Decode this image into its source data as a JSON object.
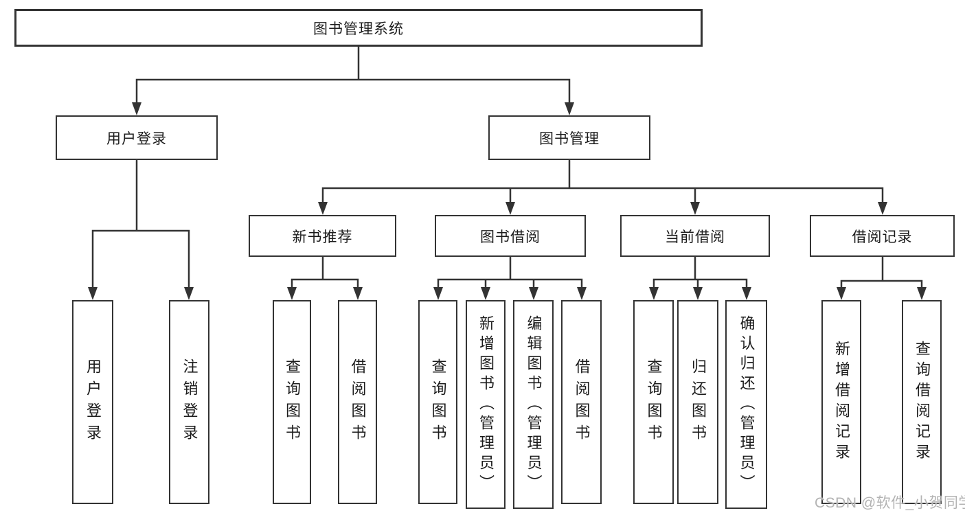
{
  "diagram": {
    "type": "tree",
    "root": {
      "label": "图书管理系统",
      "children": [
        {
          "label": "用户登录",
          "children": [
            {
              "label": "用户登录"
            },
            {
              "label": "注销登录"
            }
          ]
        },
        {
          "label": "图书管理",
          "children": [
            {
              "label": "新书推荐",
              "children": [
                {
                  "label": "查询图书"
                },
                {
                  "label": "借阅图书"
                }
              ]
            },
            {
              "label": "图书借阅",
              "children": [
                {
                  "label": "查询图书"
                },
                {
                  "label": "新增图书（管理员）"
                },
                {
                  "label": "编辑图书（管理员）"
                },
                {
                  "label": "借阅图书"
                }
              ]
            },
            {
              "label": "当前借阅",
              "children": [
                {
                  "label": "查询图书"
                },
                {
                  "label": "归还图书"
                },
                {
                  "label": "确认归还（管理员）"
                }
              ]
            },
            {
              "label": "借阅记录",
              "children": [
                {
                  "label": "新增借阅记录"
                },
                {
                  "label": "查询借阅记录"
                }
              ]
            }
          ]
        }
      ]
    },
    "colors": {
      "line": "#333333",
      "text": "#1c1c1c",
      "box_background": "#ffffff",
      "watermark": "#b3b3b3"
    }
  },
  "watermark": {
    "text": "CSDN @软件_小贺同学"
  }
}
